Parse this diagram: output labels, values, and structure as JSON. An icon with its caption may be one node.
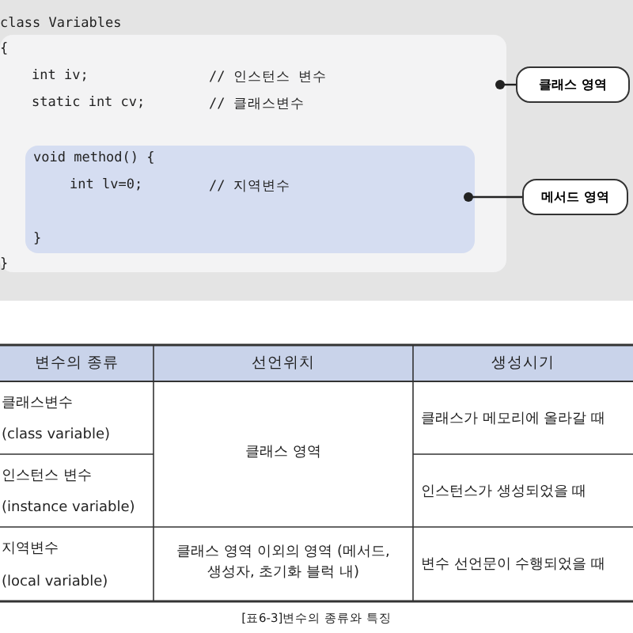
{
  "diagram": {
    "caption": "[표6-3]변수의 종류와 특징",
    "nodes": [
      {
        "text": [
          "class Variables",
          "{",
          "int iv;",
          "// 인스턴스 변수",
          "static int cv;",
          "// 클래스변수",
          "}"
        ]
      },
      {
        "text": [
          "void method() {",
          "int lv=0;",
          "// 지역변수",
          "}"
        ],
        "in": 0
      },
      {
        "text": [
          "클래스 영역"
        ]
      },
      {
        "text": [
          "메서드 영역"
        ]
      }
    ],
    "edges": [
      {
        "from": 2,
        "to": 0,
        "arrow": "other"
      },
      {
        "from": 3,
        "to": 1,
        "arrow": "other"
      }
    ],
    "labels": [
      "변수의 종류",
      "선언위치",
      "생성시기",
      "클래스변수",
      "(class variable)",
      "클래스 영역",
      "클래스가 메모리에 올라갈 때",
      "인스턴스 변수",
      "(instance variable)",
      "인스턴스가 생성되었을 때",
      "지역변수",
      "(local variable)",
      "클래스 영역 이외의 영역 (메서드, 생성자, 초기화 블럭 내)",
      "변수 선언문이 수행되었을 때"
    ]
  }
}
